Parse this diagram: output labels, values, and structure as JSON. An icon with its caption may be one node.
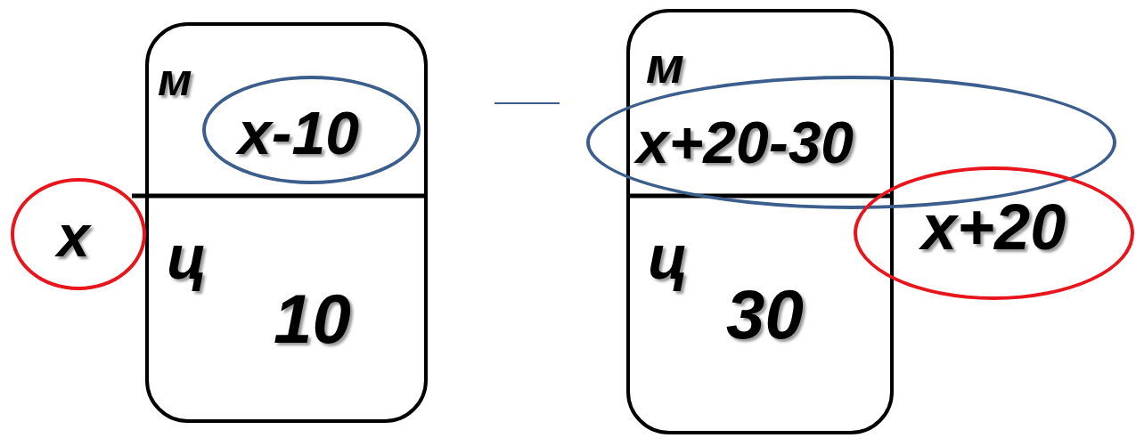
{
  "diagram": {
    "nodes": [
      {
        "text": [
          "м",
          "ц",
          "10"
        ]
      },
      {
        "text": [
          "x-10"
        ],
        "in": 0
      },
      {
        "text": [
          "x"
        ]
      },
      {
        "text": [
          "м",
          "ц",
          "30"
        ]
      },
      {
        "text": [
          "x+20-30"
        ]
      },
      {
        "text": [
          "x+20"
        ]
      }
    ]
  }
}
